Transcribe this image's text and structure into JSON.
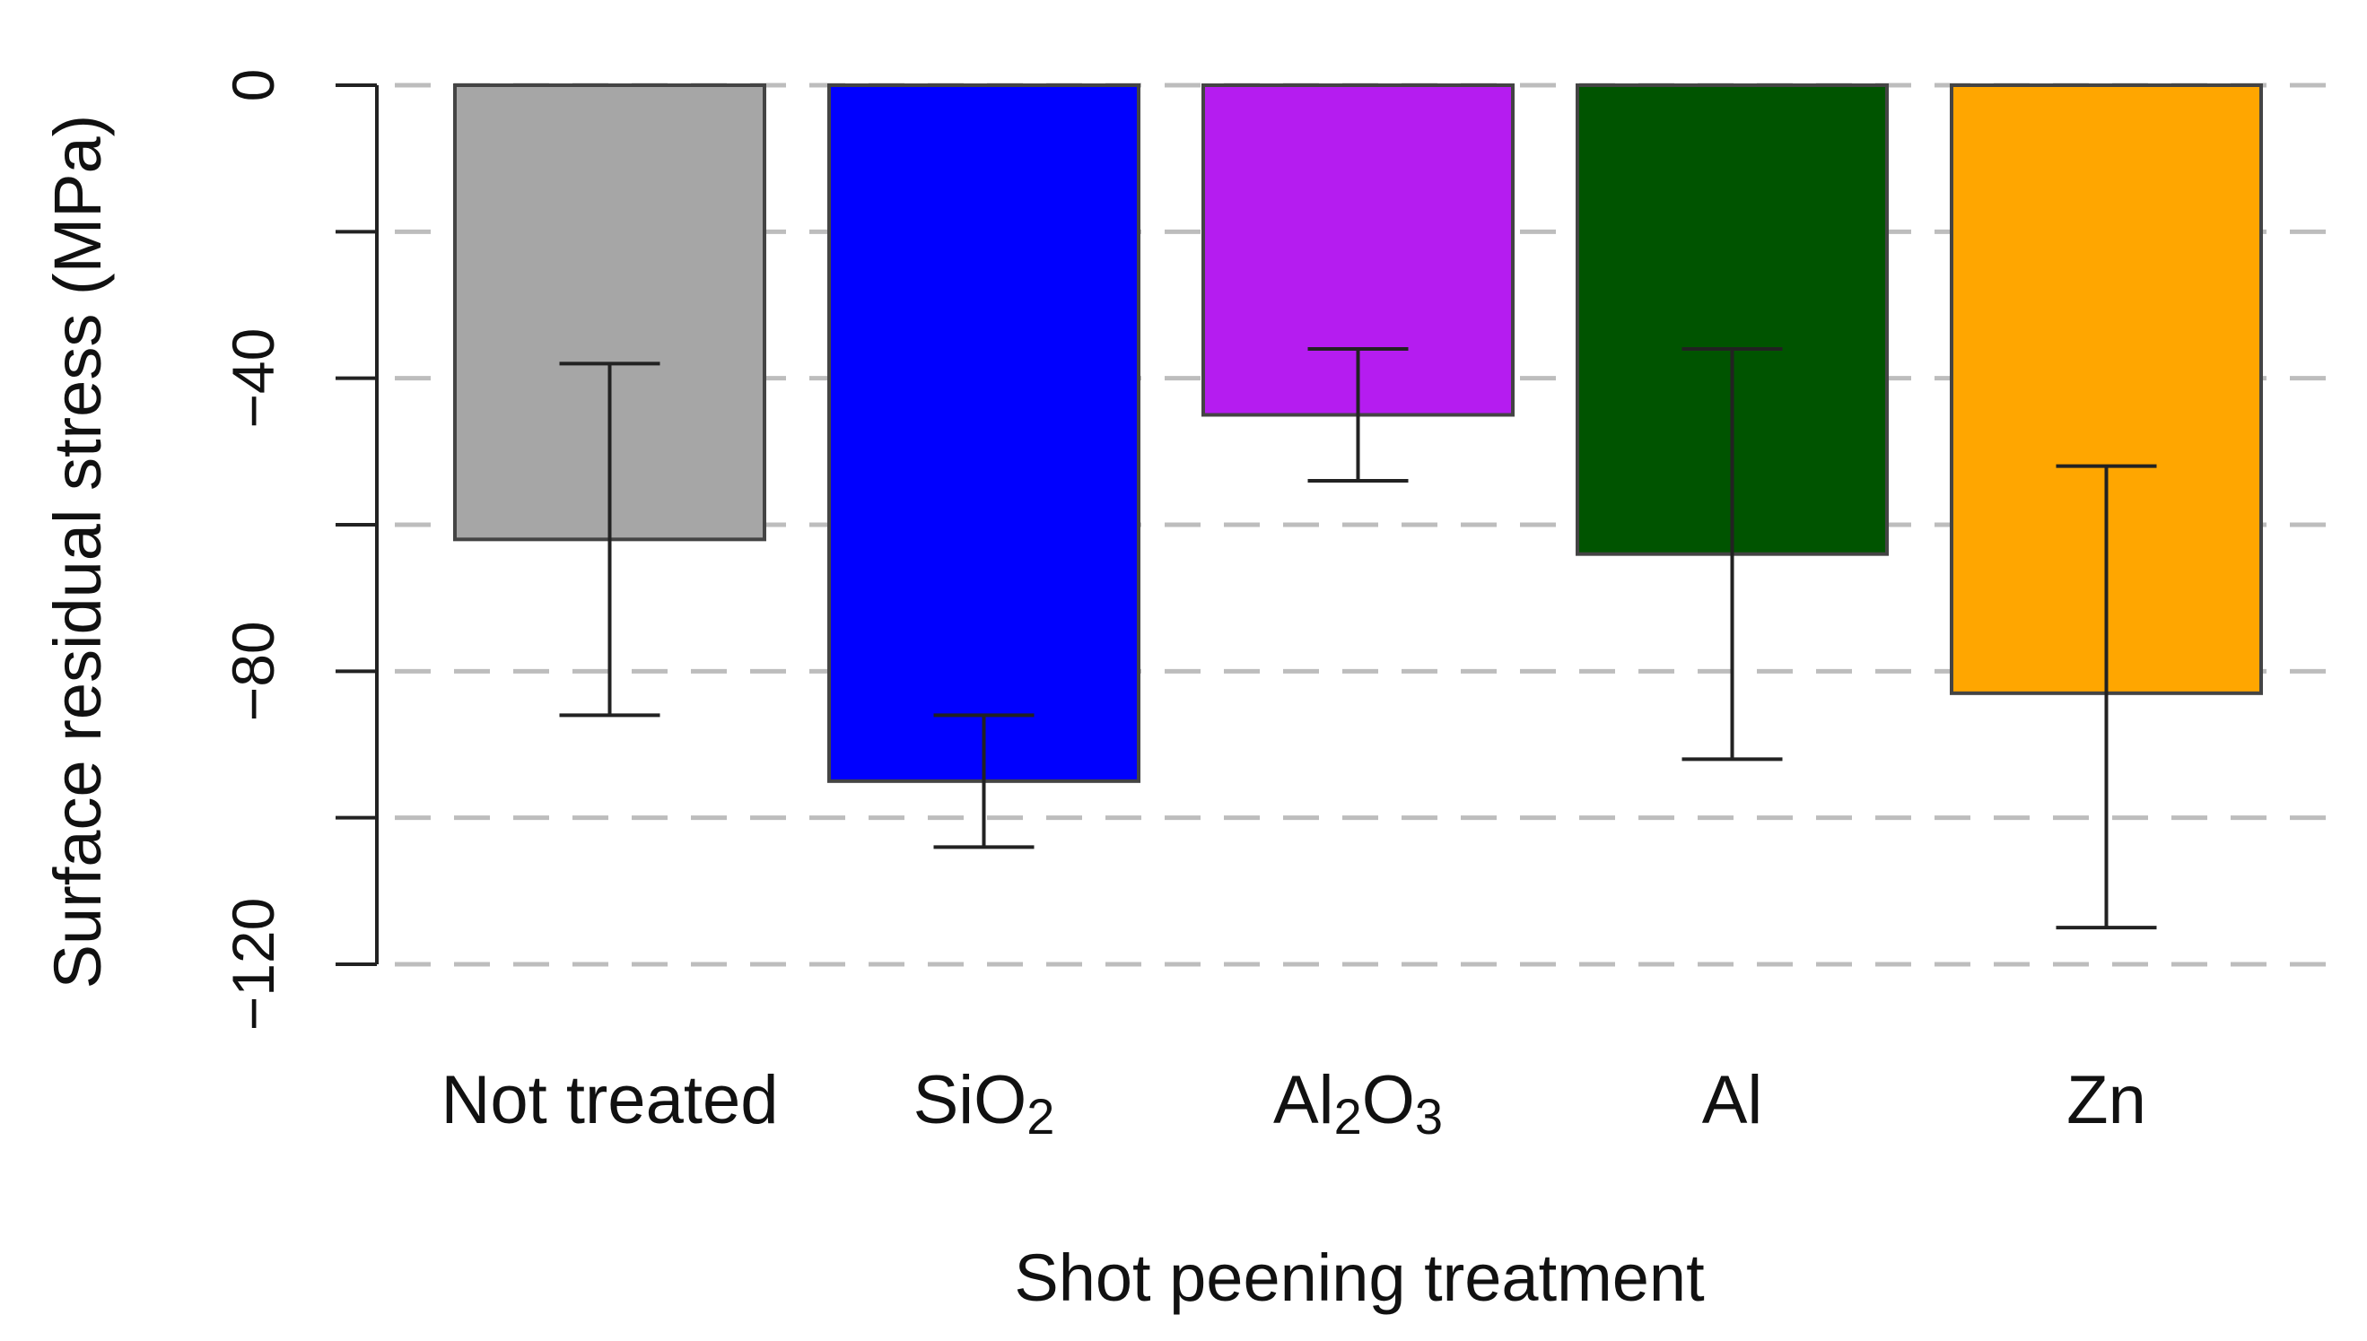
{
  "chart_data": {
    "type": "bar",
    "title": "",
    "xlabel": "Shot peening treatment",
    "ylabel": "Surface residual stress (MPa)",
    "ylim": [
      -120,
      0
    ],
    "yticks": [
      "0",
      "-40",
      "-80",
      "-120"
    ],
    "categories": [
      {
        "base": "Not treated"
      },
      {
        "base": "SiO",
        "sub": "2"
      },
      {
        "base": "Al",
        "sub": "2",
        "base2": "O",
        "sub2": "3"
      },
      {
        "base": "Al"
      },
      {
        "base": "Zn"
      }
    ],
    "values": [
      -62,
      -95,
      -45,
      -64,
      -83
    ],
    "error_low": [
      -86,
      -104,
      -54,
      -92,
      -115
    ],
    "error_high": [
      -38,
      -86,
      -36,
      -36,
      -52
    ],
    "colors": [
      "#a6a6a6",
      "#0000ff",
      "#b51cf0",
      "#005400",
      "#ffa600"
    ],
    "grid": {
      "horizontal": "dashed",
      "values": [
        0,
        -20,
        -40,
        -60,
        -80,
        -100,
        -120
      ]
    }
  }
}
